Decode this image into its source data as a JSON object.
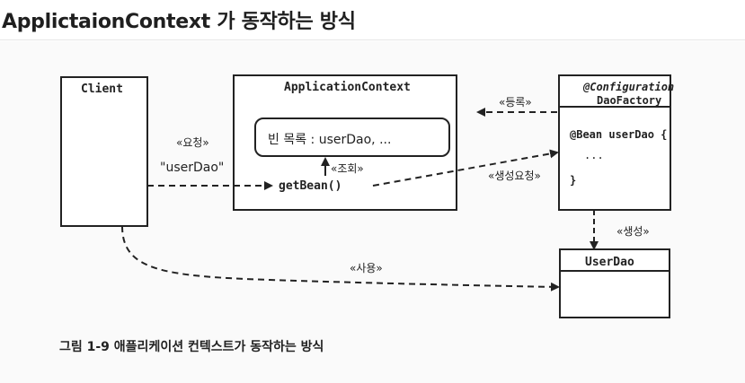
{
  "title": "ApplictaionContext 가 동작하는 방식",
  "diagram": {
    "client_label": "Client",
    "app_context_label": "ApplicationContext",
    "bean_list_text": "빈 목록 : userDao, ...",
    "getbean_text": "getBean()",
    "lookup_label": "«조회»",
    "request_label": "«요청»",
    "request_arg": "\"userDao\"",
    "register_label": "«등록»",
    "create_request_label": "«생성요청»",
    "config_annotation": "@Configuration",
    "config_class": "DaoFactory",
    "bean_method": "@Bean userDao {",
    "bean_body": "...",
    "bean_close": "}",
    "create_label": "«생성»",
    "userdao_label": "UserDao",
    "use_label": "«사용»",
    "caption": "그림 1-9 애플리케이션 컨텍스트가 동작하는 방식"
  }
}
